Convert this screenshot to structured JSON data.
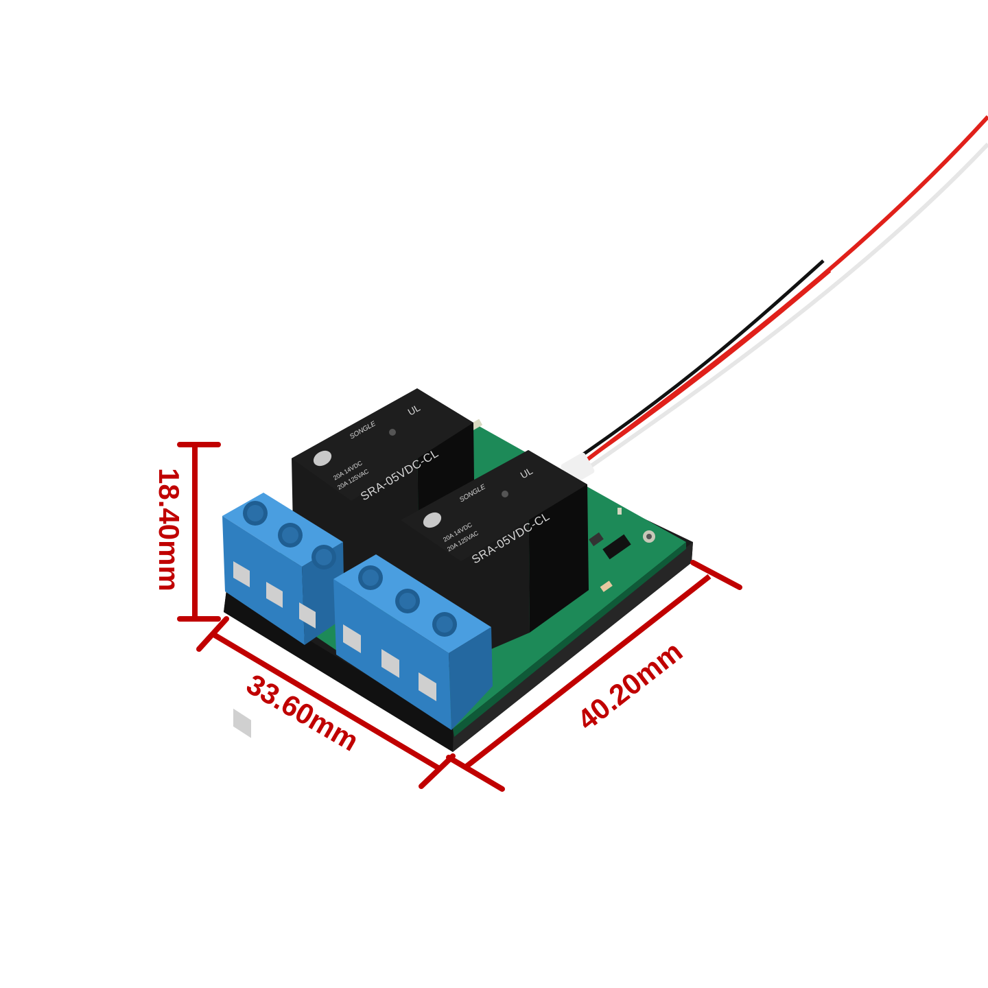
{
  "dimensions": {
    "height_label": "18.40mm",
    "width_label": "33.60mm",
    "depth_label": "40.20mm"
  },
  "relays": [
    {
      "brand": "SONGLE",
      "model": "SRA-05VDC-CL",
      "rating_dc": "20A 14VDC",
      "rating_ac": "20A 125VAC"
    },
    {
      "brand": "SONGLE",
      "model": "SRA-05VDC-CL",
      "rating_dc": "20A 14VDC",
      "rating_ac": "20A 125VAC"
    }
  ],
  "colors": {
    "dimension": "#c00000",
    "terminal_blue": "#3a8fd0",
    "pcb_green": "#1d8a58",
    "relay_black": "#151515",
    "base_black": "#1b1b1b",
    "wire_red": "#e0201a",
    "wire_black": "#111111",
    "wire_white": "#f4f4f4"
  }
}
